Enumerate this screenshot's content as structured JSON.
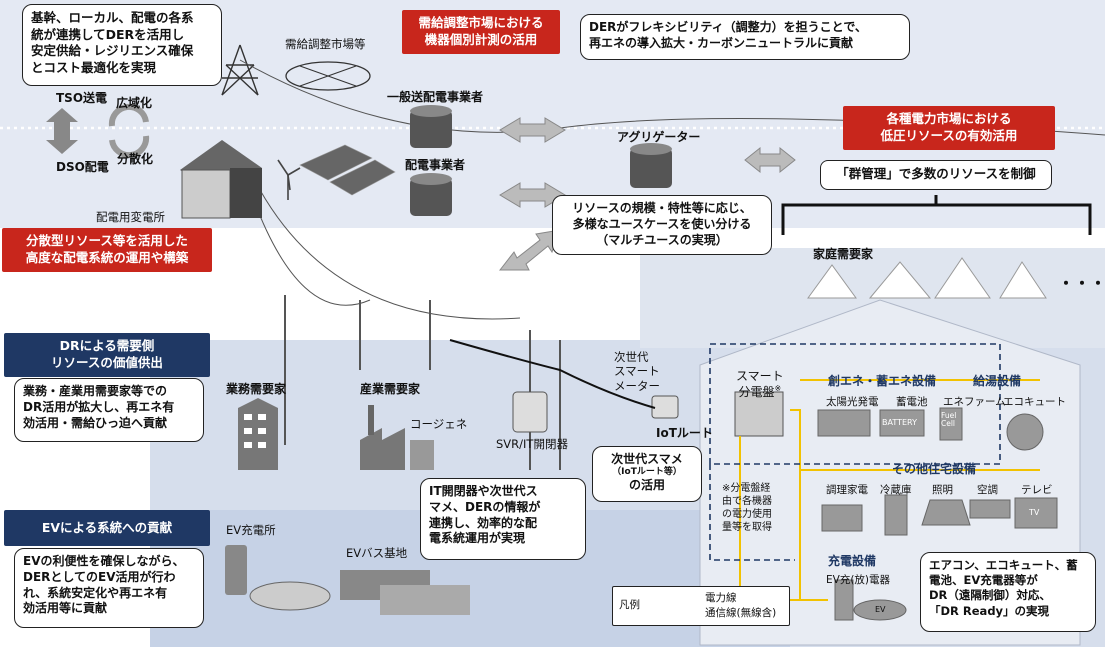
{
  "top": {
    "left_box": "基幹、ローカル、配電の各系\n統が連携してDERを活用し\n安定供給・レジリエンス確保\nとコスト最適化を実現",
    "red_box_1": "需給調整市場における\n機器個別計測の活用",
    "der_box": "DERがフレキシビリティ（調整力）を担うことで、\n再エネの導入拡大・カーボンニュートラルに貢献",
    "market_label": "需給調整市場等"
  },
  "grid": {
    "tso": "TSO送電",
    "wide": "広域化",
    "dso": "DSO配電",
    "distributed": "分散化",
    "substation": "配電用変電所",
    "general_tdo": "一般送配電事業者",
    "distributor": "配電事業者",
    "aggregator": "アグリゲーター"
  },
  "right": {
    "red_box_2": "各種電力市場における\n低圧リソースの有効活用",
    "group_box": "「群管理」で多数のリソースを制御",
    "home": "家庭需要家",
    "ellipsis": "・・・",
    "multi_box": "リソースの規模・特性等に応じ、\n多様なユースケースを使い分ける\n（マルチユースの実現）"
  },
  "left": {
    "red_box_3": "分散型リソース等を活用した\n高度な配電系統の運用や構築",
    "dr_header": "DRによる需要側\nリソースの価値供出",
    "dr_text": "業務・産業用需要家等での\nDR活用が拡大し、再エネ有\n効活用・需給ひっ迫へ貢献",
    "ev_header": "EVによる系統への貢献",
    "ev_text": "EVの利便性を確保しながら、\nDERとしてのEV活用が行わ\nれ、系統安定化や再エネ有\n効活用等に貢献"
  },
  "middle": {
    "business": "業務需要家",
    "industrial": "産業需要家",
    "cogen": "コージェネ",
    "svr": "SVR/IT開閉器",
    "meter": "次世代\nスマート\nメーター",
    "iot_route": "IoTルート",
    "smart_meter_box_title": "次世代スマメ",
    "smart_meter_box_sub": "（IoTルート等）",
    "smart_meter_box_tail": "の活用",
    "it_box": "IT開閉器や次世代ス\nマメ、DERの情報が\n連携し、効率的な配\n電系統運用が実現",
    "ev_station": "EV充電所",
    "ev_bus": "EVバス基地"
  },
  "house": {
    "panel": "スマート\n分電盤",
    "panel_mark": "※",
    "gen_section": "創エネ・蓄エネ設備",
    "water_section": "給湯設備",
    "solar": "太陽光発電",
    "battery": "蓄電池",
    "enefarm": "エネファーム",
    "ecocute": "エコキュート",
    "other_section": "その他住宅設備",
    "cooking": "調理家電",
    "fridge": "冷蔵庫",
    "lighting": "照明",
    "aircon": "空調",
    "tv": "テレビ",
    "note": "※分電盤経\n由で各機器\nの電力使用\n量等を取得",
    "charging_section": "充電設備",
    "ev_charger": "EV充(放)電器",
    "dr_box": "エアコン、エコキュート、蓄\n電池、EV充電器等が\nDR（遠隔制御）対応、\n「DR Ready」の実現",
    "battery_text": "BATTERY",
    "fuel_cell": "Fuel\nCell",
    "ev_text": "EV",
    "tv_text": "TV"
  },
  "legend": {
    "title": "凡例",
    "power": "電力線",
    "comm": "通信線(無線含)"
  },
  "colors": {
    "red": "#c8261c",
    "navy": "#1f3864",
    "power_line": "#f2c200",
    "band": "#dfe6f2",
    "band2": "#cdd8ea"
  }
}
